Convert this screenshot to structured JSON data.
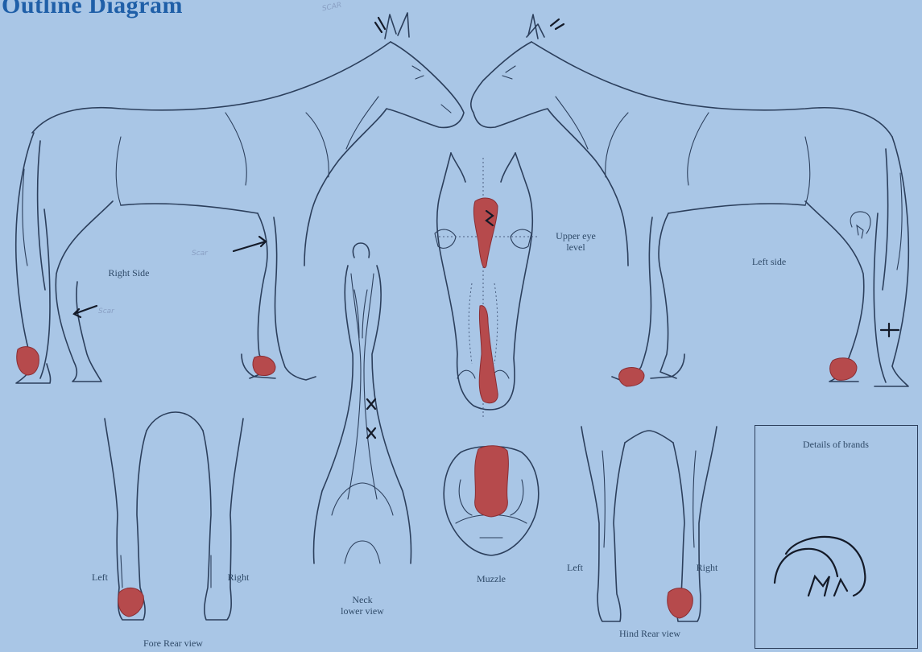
{
  "title": "Outline Diagram",
  "labels": {
    "right_side": "Right Side",
    "left_side": "Left side",
    "upper_eye_level_line1": "Upper eye",
    "upper_eye_level_line2": "level",
    "neck_line1": "Neck",
    "neck_line2": "lower view",
    "muzzle": "Muzzle",
    "fore_left": "Left",
    "fore_right": "Right",
    "fore_rear_view": "Fore Rear view",
    "hind_left": "Left",
    "hind_right": "Right",
    "hind_rear_view": "Hind Rear view",
    "details_of_brands": "Details of brands"
  },
  "handwritten": {
    "scar_top": "SCAR",
    "scar_shoulder": "Scar",
    "scar_leg": "Scar"
  },
  "colors": {
    "background": "#a9c6e6",
    "outline": "#2c3f5c",
    "marking_red": "#b64a4c",
    "title_blue": "#1f5fa8"
  }
}
